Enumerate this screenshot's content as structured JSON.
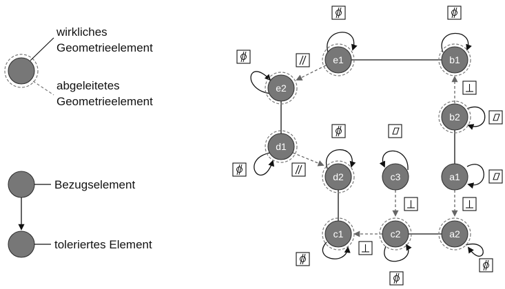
{
  "legend": {
    "real_element_label": "wirkliches\nGeometrieelement",
    "derived_element_label": "abgeleitetes\nGeometrieelement",
    "reference_element_label": "Bezugselement",
    "toleranced_element_label": "toleriertes Element"
  },
  "nodes": [
    {
      "id": "e1",
      "label": "e1"
    },
    {
      "id": "b1",
      "label": "b1"
    },
    {
      "id": "e2",
      "label": "e2"
    },
    {
      "id": "b2",
      "label": "b2"
    },
    {
      "id": "d1",
      "label": "d1"
    },
    {
      "id": "d2",
      "label": "d2"
    },
    {
      "id": "c3",
      "label": "c3"
    },
    {
      "id": "a1",
      "label": "a1"
    },
    {
      "id": "c1",
      "label": "c1"
    },
    {
      "id": "c2",
      "label": "c2"
    },
    {
      "id": "a2",
      "label": "a2"
    }
  ],
  "tolerance_symbols": {
    "cylindricity": "cylindricity",
    "flatness": "flatness",
    "parallelism": "//",
    "perpendicularity": "⊥"
  },
  "colors": {
    "node_fill": "#777777",
    "edge_solid": "#111111",
    "edge_derived": "#666666"
  }
}
